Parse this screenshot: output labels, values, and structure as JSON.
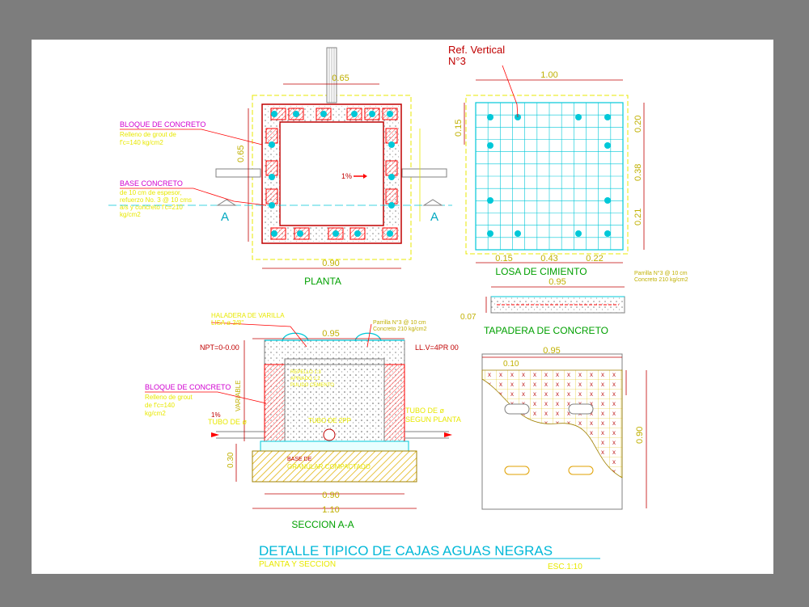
{
  "title": {
    "main": "DETALLE TIPICO DE CAJAS AGUAS NEGRAS",
    "sub": "PLANTA Y SECCION",
    "scale": "ESC.1:10"
  },
  "planta": {
    "label": "PLANTA",
    "dim_top": "0.65",
    "dim_bottom": "0.90",
    "dim_left": "0.65",
    "slope": "1%",
    "cut_left": "A",
    "cut_right": "A",
    "note1_title": "BLOQUE DE CONCRETO",
    "note1_lines": [
      "Relleno de grout de",
      "f'c=140 kg/cm2"
    ],
    "note2_title": "BASE CONCRETO",
    "note2_lines": [
      "de 10 cm de espesor,",
      "refuerzo No. 3 @ 10 cms",
      "a/s y concreto f'c=210",
      "kg/cm2"
    ]
  },
  "losa": {
    "label": "LOSA DE CIMIENTO",
    "ref_title": "Ref. Vertical",
    "ref_no": "N°3",
    "dim_top": "1.00",
    "dim_left": "0.15",
    "dims_right": [
      "0.20",
      "0.38",
      "0.21"
    ],
    "dims_bottom": [
      "0.15",
      "0.43",
      "0.22"
    ]
  },
  "tapadera": {
    "label": "TAPADERA DE CONCRETO",
    "dim_top": "0.95",
    "note_lines": [
      "Parrilla N°3 @ 10 cm",
      "Concreto 210 kg/cm2"
    ],
    "dim_left": "0.07"
  },
  "seccion": {
    "label": "SECCION A-A",
    "dim_top": "0.95",
    "dim_bottom1": "0.90",
    "dim_bottom2": "1.10",
    "dim_left": "0.30",
    "dim_var": "VARIABLE",
    "npt": "NPT=0-0.00",
    "llv": "LL.V=4PR 00",
    "haladera_lines": [
      "HALADERA DE VARILLA",
      "LISA ø 3/8\""
    ],
    "parrilla_lines": [
      "Parrilla N°3 @ 10 cm",
      "Concreto 210 kg/cm2"
    ],
    "bloque_title": "BLOQUE DE CONCRETO",
    "bloque_lines": [
      "Relleno de grout",
      "de f'c=140",
      "kg/cm2"
    ],
    "tubo_left_slope": "1%",
    "tubo_left": "TUBO DE ø",
    "tubo_right_lines": [
      "TUBO DE ø",
      "SEGUN PLANTA"
    ],
    "relleno_lines": [
      "REPELLO 1:3",
      "AFINADO 1:2",
      "PULIDO CEMENTO"
    ],
    "tubo_center": "TUBO DE 2PP",
    "base_lines": [
      "BASE DE",
      "GRANULAR COMPACTADO"
    ]
  },
  "detalle_tapa": {
    "dim_top": "0.95",
    "dim_small": "0.10",
    "dim_right": "0.90"
  },
  "colors": {
    "background": "#7d7d7d",
    "sheet": "#ffffff",
    "red": "#ff0000",
    "cyan": "#00bcd4",
    "yellow": "#e8e800",
    "green": "#00a000",
    "magenta": "#d000d0",
    "title": "#00b8d8"
  }
}
